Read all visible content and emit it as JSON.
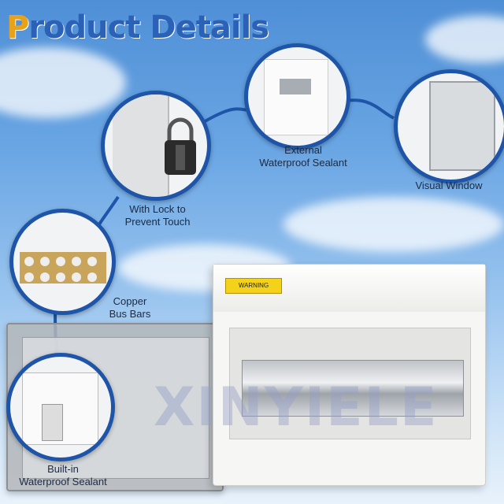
{
  "title": {
    "first_letter": "P",
    "rest": "roduct Details"
  },
  "callouts": {
    "lock": {
      "label_line1": "With Lock to",
      "label_line2": "Prevent Touch"
    },
    "external": {
      "label_line1": "External",
      "label_line2": "Waterproof Sealant"
    },
    "window": {
      "label": "Visual Window"
    },
    "copper": {
      "label_line1": "Copper",
      "label_line2": "Bus Bars"
    },
    "builtin": {
      "label_line1": "Built-in",
      "label_line2": "Waterproof Sealant"
    }
  },
  "product": {
    "warning_text": "WARNING",
    "watermark": "XINYIELE"
  },
  "colors": {
    "accent_blue": "#1f55a8",
    "title_blue": "#2b62b8",
    "title_orange": "#e8a21a",
    "warning_yellow": "#f5d21a"
  }
}
